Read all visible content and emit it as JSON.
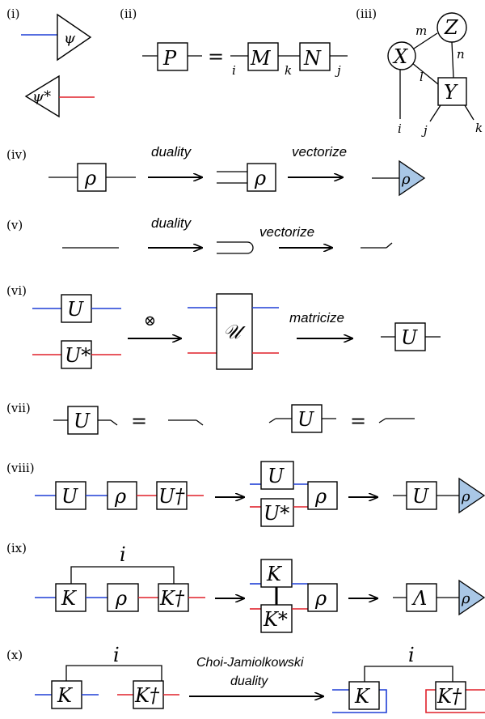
{
  "colors": {
    "blue_wire": "#1f3fd6",
    "red_wire": "#e0202a",
    "state_fill": "#a9c7e6"
  },
  "panels": {
    "i": {
      "label": "(i)",
      "psi": "ψ",
      "psi_star": "ψ*"
    },
    "ii": {
      "label": "(ii)",
      "P": "P",
      "eq": "=",
      "M": "M",
      "N": "N",
      "i": "i",
      "k": "k",
      "j": "j"
    },
    "iii": {
      "label": "(iii)",
      "Z": "Z",
      "X": "X",
      "Y": "Y",
      "m": "m",
      "n": "n",
      "l": "l",
      "i": "i",
      "j": "j",
      "k": "k"
    },
    "iv": {
      "label": "(iv)",
      "rho": "ρ",
      "duality": "duality",
      "vectorize": "vectorize"
    },
    "v": {
      "label": "(v)",
      "duality": "duality",
      "vectorize": "vectorize"
    },
    "vi": {
      "label": "(vi)",
      "U": "U",
      "U_star": "U*",
      "tensor": "⊗",
      "calU": "𝒰",
      "matricize": "matricize"
    },
    "vii": {
      "label": "(vii)",
      "U": "U",
      "eq": "="
    },
    "viii": {
      "label": "(viii)",
      "U": "U",
      "rho": "ρ",
      "U_dag": "U†",
      "U_star": "U*"
    },
    "ix": {
      "label": "(ix)",
      "i": "i",
      "K": "K",
      "rho": "ρ",
      "K_dag": "K†",
      "K_star": "K*",
      "Lambda": "Λ"
    },
    "x": {
      "label": "(x)",
      "i": "i",
      "K": "K",
      "K_dag": "K†",
      "choi_line1": "Choi-Jamiolkowski",
      "choi_line2": "duality"
    }
  }
}
